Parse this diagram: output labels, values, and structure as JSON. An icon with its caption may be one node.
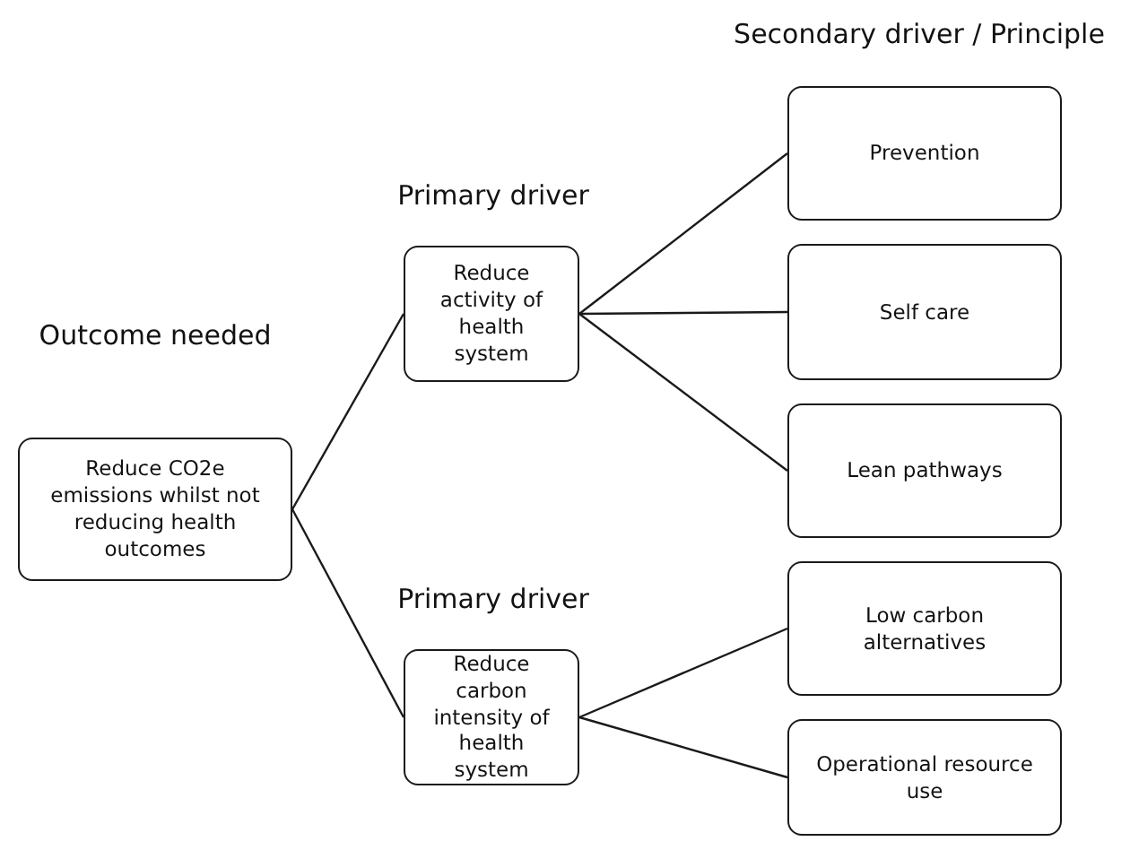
{
  "diagram": {
    "nodes": [
      {
        "text": [
          "Outcome needed",
          "Reduce CO2e emissions whilst not reducing health outcomes"
        ]
      },
      {
        "text": [
          "Primary driver",
          "Reduce activity of health system"
        ]
      },
      {
        "text": [
          "Primary driver",
          "Reduce carbon intensity of health system"
        ]
      },
      {
        "text": [
          "Prevention"
        ]
      },
      {
        "text": [
          "Self care"
        ]
      },
      {
        "text": [
          "Lean pathways"
        ]
      },
      {
        "text": [
          "Low carbon alternatives"
        ]
      },
      {
        "text": [
          "Operational resource use"
        ]
      }
    ],
    "edges": [
      {
        "from": 0,
        "to": 1,
        "arrow": "none"
      },
      {
        "from": 0,
        "to": 2,
        "arrow": "none"
      },
      {
        "from": 1,
        "to": 3,
        "arrow": "none"
      },
      {
        "from": 1,
        "to": 4,
        "arrow": "none"
      },
      {
        "from": 1,
        "to": 5,
        "arrow": "none"
      },
      {
        "from": 2,
        "to": 6,
        "arrow": "none"
      },
      {
        "from": 2,
        "to": 7,
        "arrow": "none"
      }
    ],
    "labels": [
      "Secondary driver / Principle"
    ]
  }
}
